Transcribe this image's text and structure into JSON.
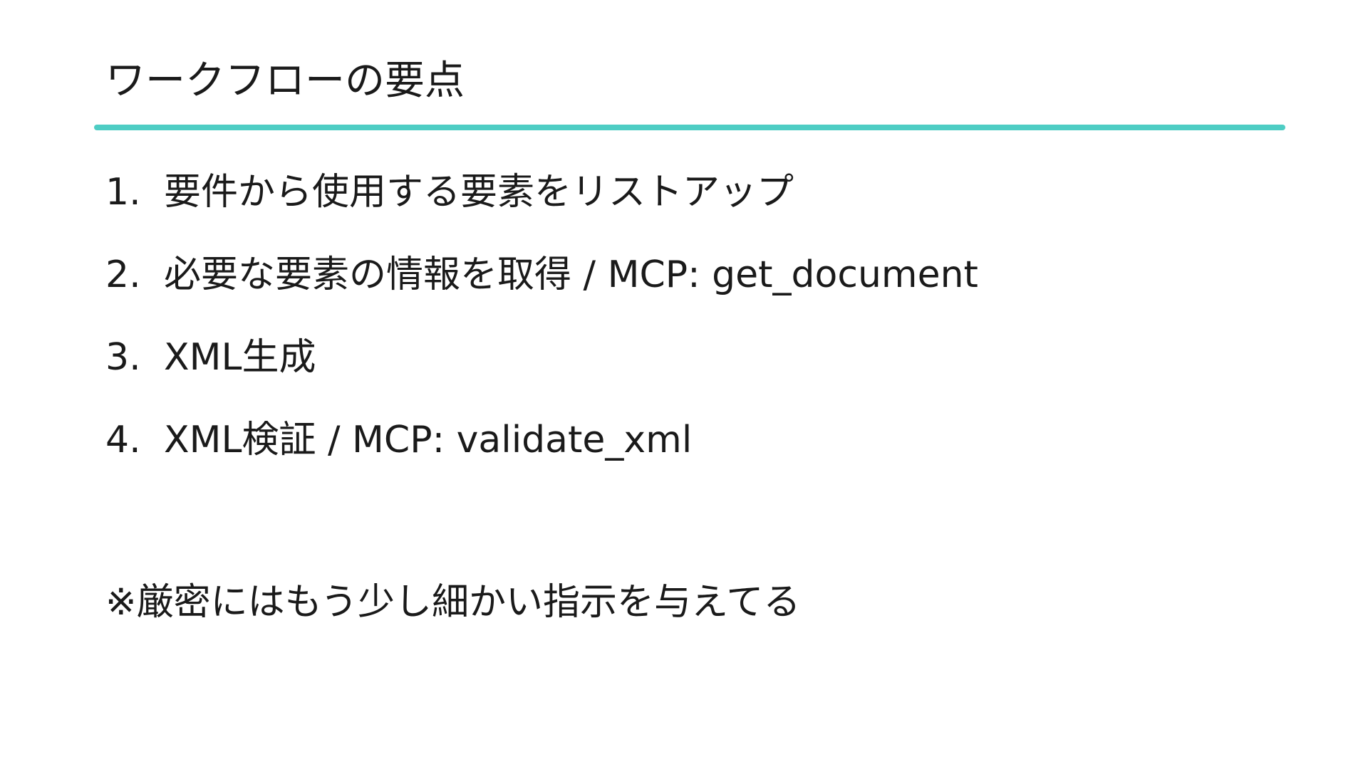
{
  "slide": {
    "title": "ワークフローの要点",
    "accent_color": "#4ecdc4",
    "steps": [
      {
        "number": "1.",
        "text": "要件から使用する要素をリストアップ"
      },
      {
        "number": "2.",
        "text": "必要な要素の情報を取得 / MCP: get_document"
      },
      {
        "number": "3.",
        "text": "XML生成"
      },
      {
        "number": "4.",
        "text": "XML検証 / MCP: validate_xml"
      }
    ],
    "note": "※厳密にはもう少し細かい指示を与えてる"
  }
}
